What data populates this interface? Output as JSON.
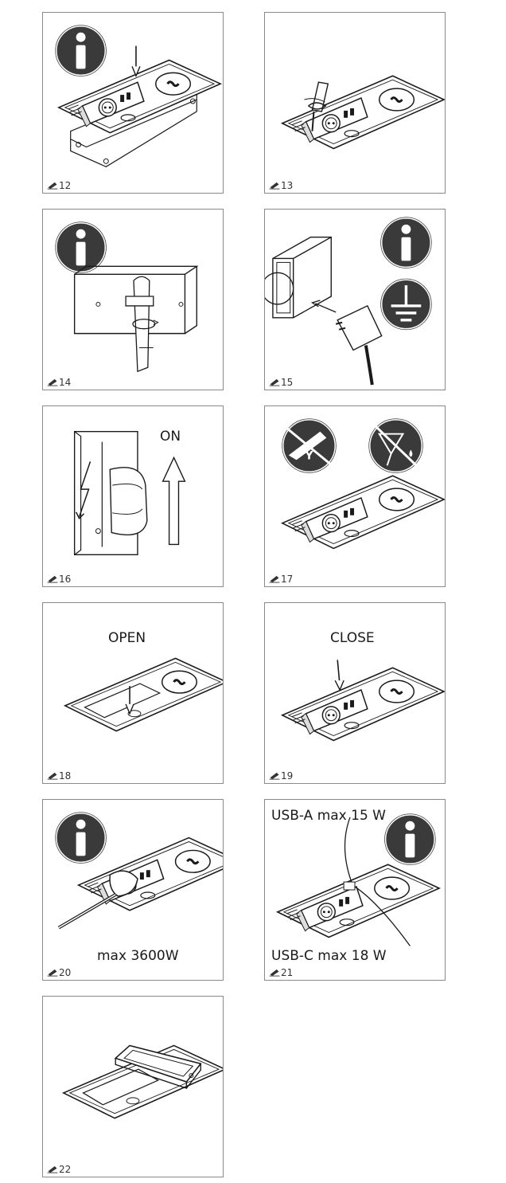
{
  "steps": [
    {
      "number": "12"
    },
    {
      "number": "13"
    },
    {
      "number": "14"
    },
    {
      "number": "15"
    },
    {
      "number": "16",
      "label": "ON"
    },
    {
      "number": "17"
    },
    {
      "number": "18",
      "label": "OPEN"
    },
    {
      "number": "19",
      "label": "CLOSE"
    },
    {
      "number": "20",
      "label": "max 3600W"
    },
    {
      "number": "21",
      "label_top": "USB-A max 15 W",
      "label_bottom": "USB-C max 18 W"
    },
    {
      "number": "22"
    }
  ],
  "icons": {
    "info": "info-icon",
    "ground": "ground-icon",
    "no_adapter": "no-adapter-icon",
    "no_liquid": "no-liquid-icon",
    "no_adapter_letter": "Y"
  },
  "colors": {
    "icon_fill": "#3a3a3a",
    "line": "#1a1a1a",
    "frame": "#8a8a8a"
  }
}
